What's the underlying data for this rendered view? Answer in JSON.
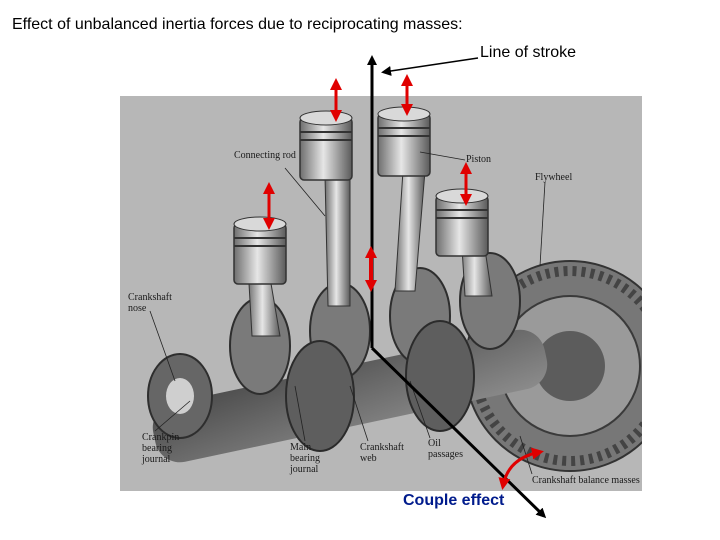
{
  "title": "Effect of unbalanced inertia forces due to reciprocating masses:",
  "line_of_stroke_label": "Line of stroke",
  "couple_label": "Couple effect",
  "image_labels": {
    "connecting_rod": "Connecting rod",
    "piston": "Piston",
    "flywheel": "Flywheel",
    "crankshaft_nose": "Crankshaft nose",
    "crankpin_journal": "Crankpin bearing journal",
    "main_bearing_journal": "Main bearing journal",
    "crankshaft_web": "Crankshaft web",
    "oil_passages": "Oil passages",
    "balance_masses": "Crankshaft balance masses"
  },
  "colors": {
    "force_arrow": "#e00000",
    "couple_text": "#001b8c",
    "stroke_line": "#000000"
  }
}
